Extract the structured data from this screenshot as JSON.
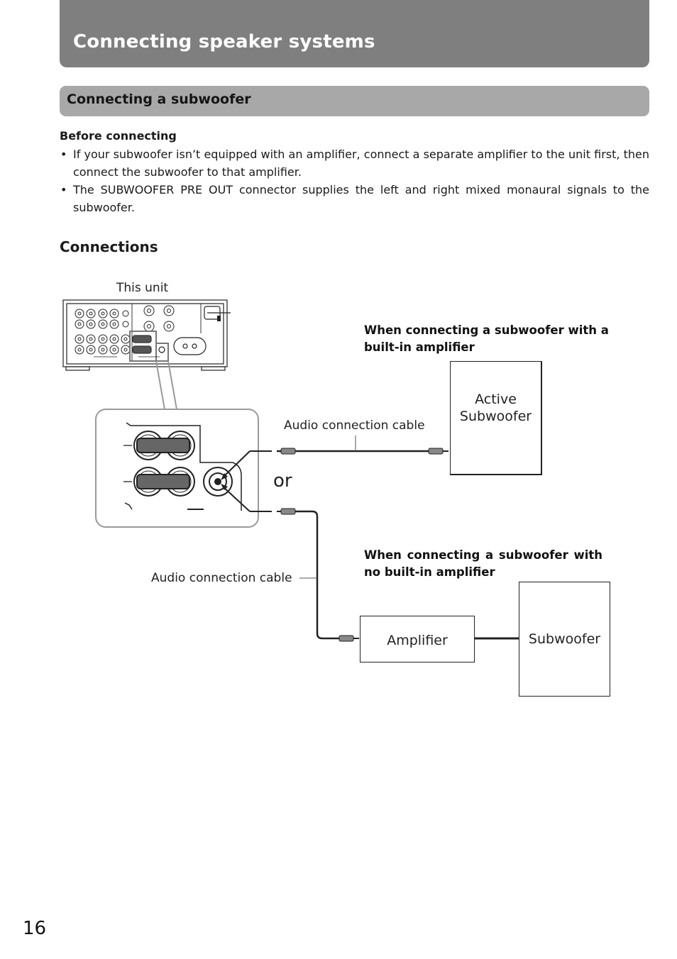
{
  "header": {
    "title": "Connecting speaker systems"
  },
  "section": {
    "title": "Connecting a subwoofer"
  },
  "before_connecting": {
    "heading": "Before connecting",
    "bullets": [
      "If your subwoofer isn’t equipped with an amplifier, connect a separate amplifier to the unit first, then connect the subwoofer to that amplifier.",
      "The SUBWOOFER PRE OUT connector supplies the left and right mixed monaural signals to the subwoofer."
    ]
  },
  "connections": {
    "heading": "Connections",
    "this_unit_label": "This unit",
    "cable_label_top": "Audio connection cable",
    "cable_label_bottom": "Audio connection cable",
    "or_label": "or",
    "note_with_amp": "When connecting a subwoofer with a built-in amplifier",
    "note_no_amp": "When connecting a subwoofer with no built-in amplifier",
    "active_subwoofer": "Active Subwoofer",
    "amplifier": "Amplifier",
    "subwoofer": "Subwoofer"
  },
  "page_number": "16"
}
